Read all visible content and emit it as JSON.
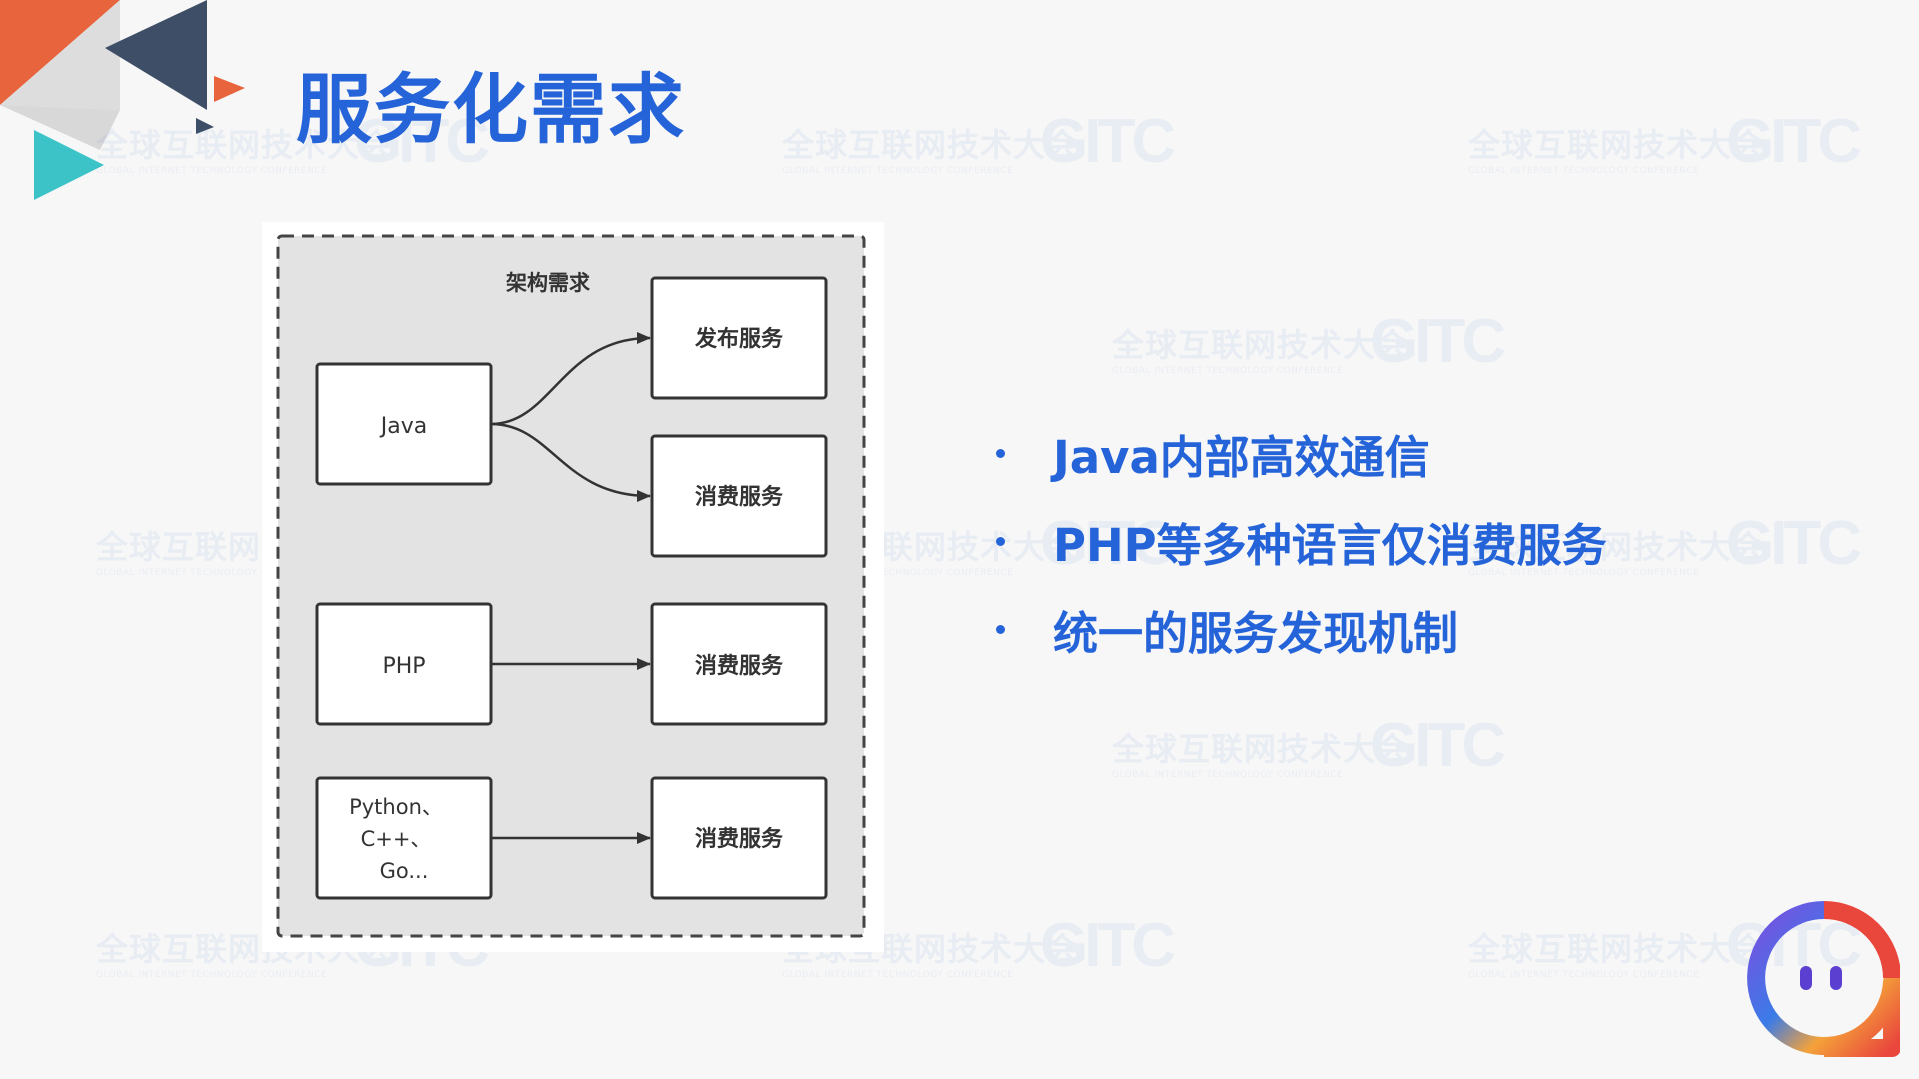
{
  "slide": {
    "title": "服务化需求"
  },
  "watermark": {
    "text_cn": "全球互联网技术大会",
    "text_en": "GLOBAL INTERNET TECHNOLOGY CONFERENCE",
    "logo": "GITC"
  },
  "diagram": {
    "group_label": "架构需求",
    "sources": [
      {
        "label": "Java"
      },
      {
        "label": "PHP"
      },
      {
        "lines": [
          "Python、",
          "C++、",
          "Go..."
        ]
      }
    ],
    "targets": [
      {
        "label": "发布服务"
      },
      {
        "label": "消费服务"
      },
      {
        "label": "消费服务"
      },
      {
        "label": "消费服务"
      }
    ]
  },
  "bullets": [
    {
      "text": "Java内部高效通信"
    },
    {
      "text": "PHP等多种语言仅消费服务"
    },
    {
      "text": "统一的服务发现机制"
    }
  ],
  "colors": {
    "accent": "#2563d8",
    "corner_orange": "#e8643c",
    "corner_navy": "#3d4e66",
    "corner_cyan": "#3cc3c8",
    "mascot_ring": [
      "#e9463c",
      "#f4a23a",
      "#3b7be8",
      "#7b4ee0"
    ]
  },
  "icons": {
    "bullet": "bullet-dot-icon",
    "corner": "corner-triangles-icon",
    "mascot": "mascot-logo-icon"
  }
}
